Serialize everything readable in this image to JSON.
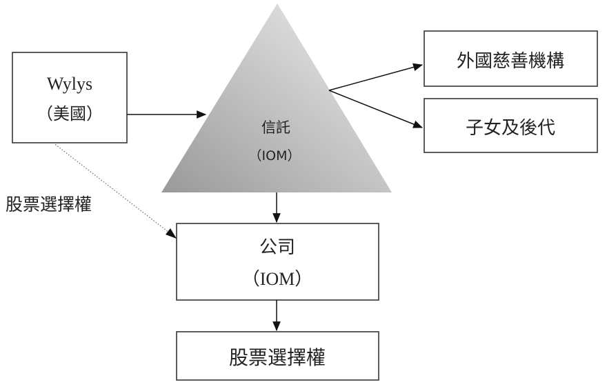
{
  "diagram": {
    "nodes": {
      "wylys": {
        "line1": "Wylys",
        "line2": "（美國）"
      },
      "trust": {
        "line1": "信託",
        "line2": "（IOM）",
        "shape": "triangle"
      },
      "foreign_charity": {
        "label": "外國慈善機構"
      },
      "children": {
        "label": "子女及後代"
      },
      "company": {
        "line1": "公司",
        "line2": "（IOM）"
      },
      "stock_options": {
        "label": "股票選擇權"
      }
    },
    "edges": [
      {
        "from": "wylys",
        "to": "trust",
        "style": "solid"
      },
      {
        "from": "trust",
        "to": "foreign_charity",
        "style": "solid"
      },
      {
        "from": "trust",
        "to": "children",
        "style": "solid"
      },
      {
        "from": "trust",
        "to": "company",
        "style": "solid"
      },
      {
        "from": "wylys",
        "to": "company",
        "style": "dotted",
        "label": "股票選擇權"
      },
      {
        "from": "company",
        "to": "stock_options",
        "style": "solid"
      }
    ],
    "colors": {
      "triangle_light": "#eeeeee",
      "triangle_dark": "#9a9a9a",
      "stroke": "#333333",
      "text": "#222222"
    }
  }
}
